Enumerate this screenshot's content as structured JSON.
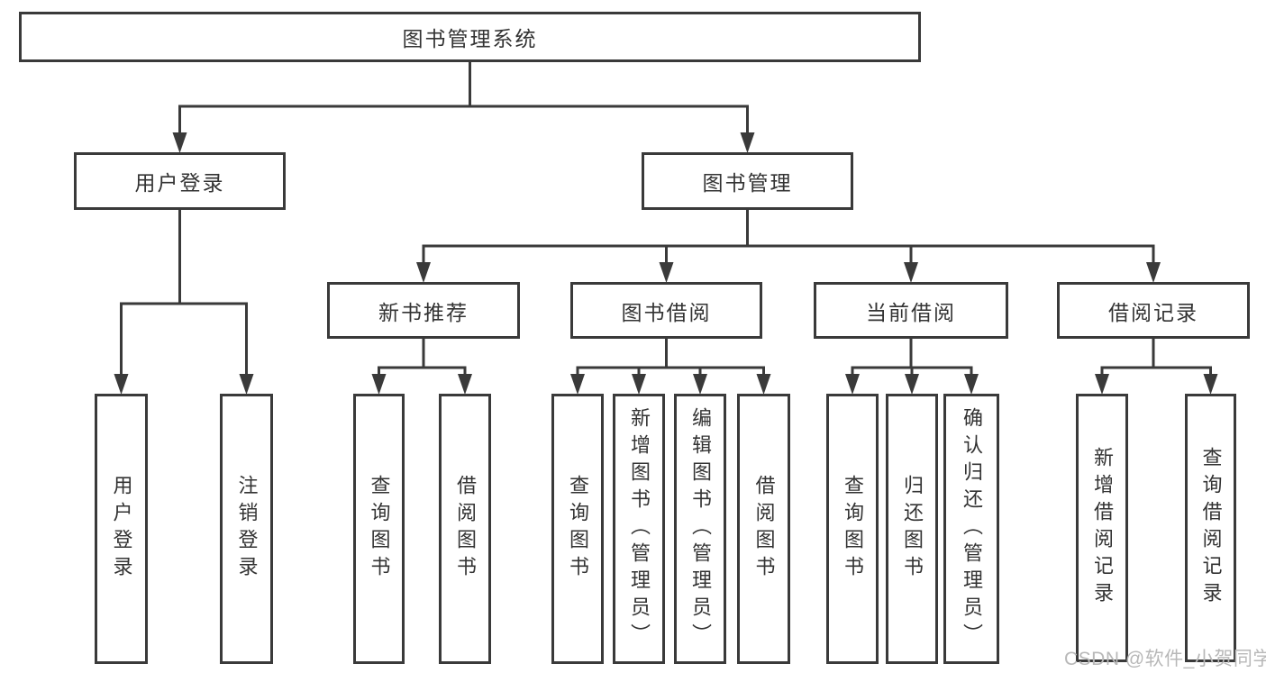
{
  "diagram": {
    "root_label": "图书管理系统",
    "watermark": "CSDN @软件_小贺同学",
    "colors": {
      "line": "#3a3a3a",
      "border": "#3a3a3a",
      "text": "#333333",
      "background": "#ffffff",
      "watermark": "#b8b8b8"
    },
    "nodes": [
      {
        "id": "root",
        "label": "图书管理系统",
        "parent": null,
        "orientation": "horizontal"
      },
      {
        "id": "user-login-module",
        "label": "用户登录",
        "parent": "root",
        "orientation": "horizontal"
      },
      {
        "id": "book-management",
        "label": "图书管理",
        "parent": "root",
        "orientation": "horizontal"
      },
      {
        "id": "user-login",
        "label": "用户登录",
        "parent": "user-login-module",
        "orientation": "vertical"
      },
      {
        "id": "user-logout",
        "label": "注销登录",
        "parent": "user-login-module",
        "orientation": "vertical"
      },
      {
        "id": "new-book-recommend",
        "label": "新书推荐",
        "parent": "book-management",
        "orientation": "horizontal"
      },
      {
        "id": "book-borrowing",
        "label": "图书借阅",
        "parent": "book-management",
        "orientation": "horizontal"
      },
      {
        "id": "current-borrowing",
        "label": "当前借阅",
        "parent": "book-management",
        "orientation": "horizontal"
      },
      {
        "id": "borrowing-records",
        "label": "借阅记录",
        "parent": "book-management",
        "orientation": "horizontal"
      },
      {
        "id": "nbr-query-books",
        "label": "查询图书",
        "parent": "new-book-recommend",
        "orientation": "vertical"
      },
      {
        "id": "nbr-borrow-books",
        "label": "借阅图书",
        "parent": "new-book-recommend",
        "orientation": "vertical"
      },
      {
        "id": "bb-query-books",
        "label": "查询图书",
        "parent": "book-borrowing",
        "orientation": "vertical"
      },
      {
        "id": "bb-add-books",
        "label": "新增图书（管理员）",
        "parent": "book-borrowing",
        "orientation": "vertical"
      },
      {
        "id": "bb-edit-books",
        "label": "编辑图书（管理员）",
        "parent": "book-borrowing",
        "orientation": "vertical"
      },
      {
        "id": "bb-borrow-books",
        "label": "借阅图书",
        "parent": "book-borrowing",
        "orientation": "vertical"
      },
      {
        "id": "cb-query-books",
        "label": "查询图书",
        "parent": "current-borrowing",
        "orientation": "vertical"
      },
      {
        "id": "cb-return-books",
        "label": "归还图书",
        "parent": "current-borrowing",
        "orientation": "vertical"
      },
      {
        "id": "cb-confirm-return",
        "label": "确认归还（管理员）",
        "parent": "current-borrowing",
        "orientation": "vertical"
      },
      {
        "id": "br-add-record",
        "label": "新增借阅记录",
        "parent": "borrowing-records",
        "orientation": "vertical"
      },
      {
        "id": "br-query-record",
        "label": "查询借阅记录",
        "parent": "borrowing-records",
        "orientation": "vertical"
      }
    ]
  }
}
